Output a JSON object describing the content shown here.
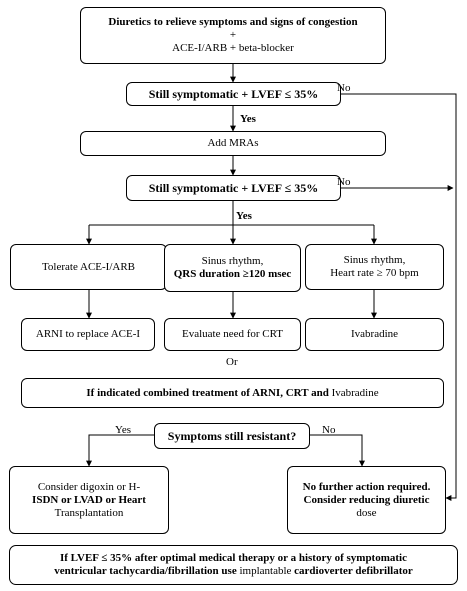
{
  "nodes": {
    "diuretics": {
      "line1": "Diuretics to relieve symptoms and signs of congestion",
      "line2": "+",
      "line3": "ACE-I/ARB + beta-blocker"
    },
    "check1": "Still symptomatic + LVEF ≤ 35%",
    "add_mra": "Add MRAs",
    "check2": "Still symptomatic + LVEF ≤ 35%",
    "tolerate": "Tolerate ACE-I/ARB",
    "sinus_qrs": {
      "line1": "Sinus rhythm,",
      "line2": "QRS duration ≥120 msec"
    },
    "sinus_hr": {
      "line1": "Sinus rhythm,",
      "line2": "Heart rate ≥ 70 bpm"
    },
    "arni": "ARNI to replace ACE-I",
    "crt": "Evaluate need for CRT",
    "ivabradine": "Ivabradine",
    "combined": {
      "part1": "If indicated combined treatment of ARNI, CRT and ",
      "part2": "Ivabradine"
    },
    "resistant": "Symptoms still resistant?",
    "digoxin": {
      "line1": "Consider digoxin or H-",
      "line2": "ISDN or LVAD or Heart",
      "line3": "Transplantation"
    },
    "no_action": {
      "line1": "No further action required.",
      "line2": "Consider reducing diuretic",
      "line3": "dose"
    },
    "icd": {
      "line1": "If LVEF ≤ 35% after optimal medical therapy or a history of symptomatic",
      "line2a": "ventricular tachycardia/fibrillation use ",
      "line2b": "implantable",
      "line2c": " cardioverter defibrillator"
    }
  },
  "labels": {
    "no1": "No",
    "yes1": "Yes",
    "no2": "No",
    "yes2": "Yes",
    "or": "Or",
    "yes3": "Yes",
    "no3": "No"
  }
}
